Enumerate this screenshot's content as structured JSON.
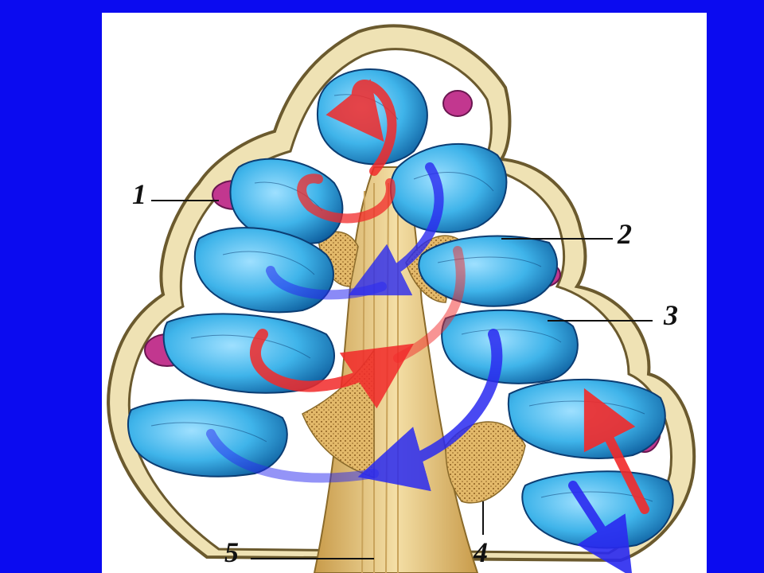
{
  "labels": [
    {
      "id": "1",
      "text": "1"
    },
    {
      "id": "2",
      "text": "2"
    },
    {
      "id": "3",
      "text": "3"
    },
    {
      "id": "4",
      "text": "4"
    },
    {
      "id": "5",
      "text": "5"
    }
  ],
  "colors": {
    "background": "#0b0bf0",
    "panel": "#ffffff",
    "shell_fill": "#efe2b4",
    "shell_stroke": "#6b5a2e",
    "stem": "#e6c987",
    "stem_dark": "#b58a3c",
    "spiral": "#3fb4ea",
    "spiral_dark": "#0e5f9f",
    "ganglion": "#c2378f",
    "arrow_red": "#f22a2a",
    "arrow_blue": "#2a2af0"
  }
}
